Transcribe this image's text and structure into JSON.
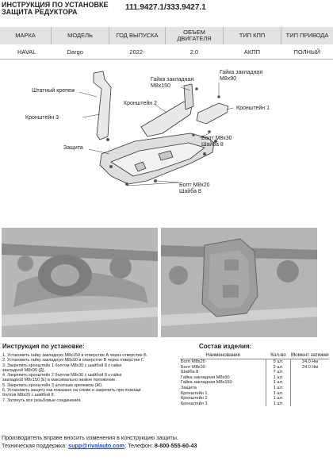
{
  "header": {
    "line1": "ИНСТРУКЦИЯ ПО УСТАНОВКЕ",
    "line2": "ЗАЩИТА РЕДУКТОРА",
    "article": "111.9427.1/333.9427.1"
  },
  "spec": {
    "headers": [
      "МАРКА",
      "МОДЕЛЬ",
      "ГОД ВЫПУСКА",
      "ОБЪЕМ ДВИГАТЕЛЯ",
      "ТИП КПП",
      "ТИП ПРИВОДА"
    ],
    "row": [
      "HAVAL",
      "Dargo",
      "2022-",
      "2.0",
      "АКПП",
      "ПОЛНЫЙ"
    ]
  },
  "diagram": {
    "labels": {
      "nut_m8x90_a": "Гайка закладная",
      "nut_m8x90_b": "M8x90",
      "nut_m8x150_a": "Гайка закладная",
      "nut_m8x150_b": "M8x150",
      "bracket_std": "Штатный крепеж",
      "bracket2": "Кронштейн 2",
      "bracket1": "Кронштейн 1",
      "bracket3": "Кронштейн 3",
      "bolt30_a": "Болт M8x30",
      "bolt30_b": "Шайба 8",
      "guard": "Защита",
      "bolt20_a": "Болт M8x20",
      "bolt20_b": "Шайба 8"
    }
  },
  "instructions": {
    "title": "Инструкция по установке:",
    "lines": [
      "1. Установить гайку закладную M8x150 в отверстие А через отверстие Б.",
      "2. Установить гайку закладную M8x90 в отверстие В через отверстие Г.",
      "3. Закрепить кронштейн 1 болтом M8x30 с шайбой 8 к гайке",
      "закладной M8x90 (Д).",
      "4. Закрепить кронштейн 2 болтом M8x30 с шайбой 8 к гайке",
      "закладной M8x150 (Е) в максимально низкое положение.",
      "5. Закрепить кронштейн 3 штатным крепежом (Ж).",
      "6. Установить защиту как показано на схеме и закрепить при помощи",
      "болтов M8x20 с шайбой 8.",
      "7. Затянуть все резьбовые соединения."
    ]
  },
  "composition": {
    "title": "Состав изделия:",
    "headers": [
      "Наименование",
      "Кол-во",
      "Момент затяжки"
    ],
    "rows": [
      {
        "name": "Болт M8x20",
        "qty": "5 шт.",
        "torque": "24.0 Нм"
      },
      {
        "name": "Болт M8x30",
        "qty": "2 шт.",
        "torque": "24.0 Нм"
      },
      {
        "name": "Шайба 8",
        "qty": "7 шт.",
        "torque": ""
      },
      {
        "name": "Гайка закладная M8x90",
        "qty": "1 шт.",
        "torque": ""
      },
      {
        "name": "Гайка закладная M8x150",
        "qty": "1 шт.",
        "torque": ""
      },
      {
        "name": "Защита",
        "qty": "1 шт.",
        "torque": ""
      },
      {
        "name": "Кронштейн 1",
        "qty": "1 шт.",
        "torque": ""
      },
      {
        "name": "Кронштейн 2",
        "qty": "1 шт.",
        "torque": ""
      },
      {
        "name": "Кронштейн 3",
        "qty": "1 шт.",
        "torque": ""
      }
    ]
  },
  "footer": {
    "line1": "Производитель вправе вносить изменения в конструкцию защиты.",
    "support_label": "Техническая поддержка:",
    "email": "supp@rivalauto.com",
    "phone_label": "; Телефон:",
    "phone": "8-800-555-60-43"
  }
}
